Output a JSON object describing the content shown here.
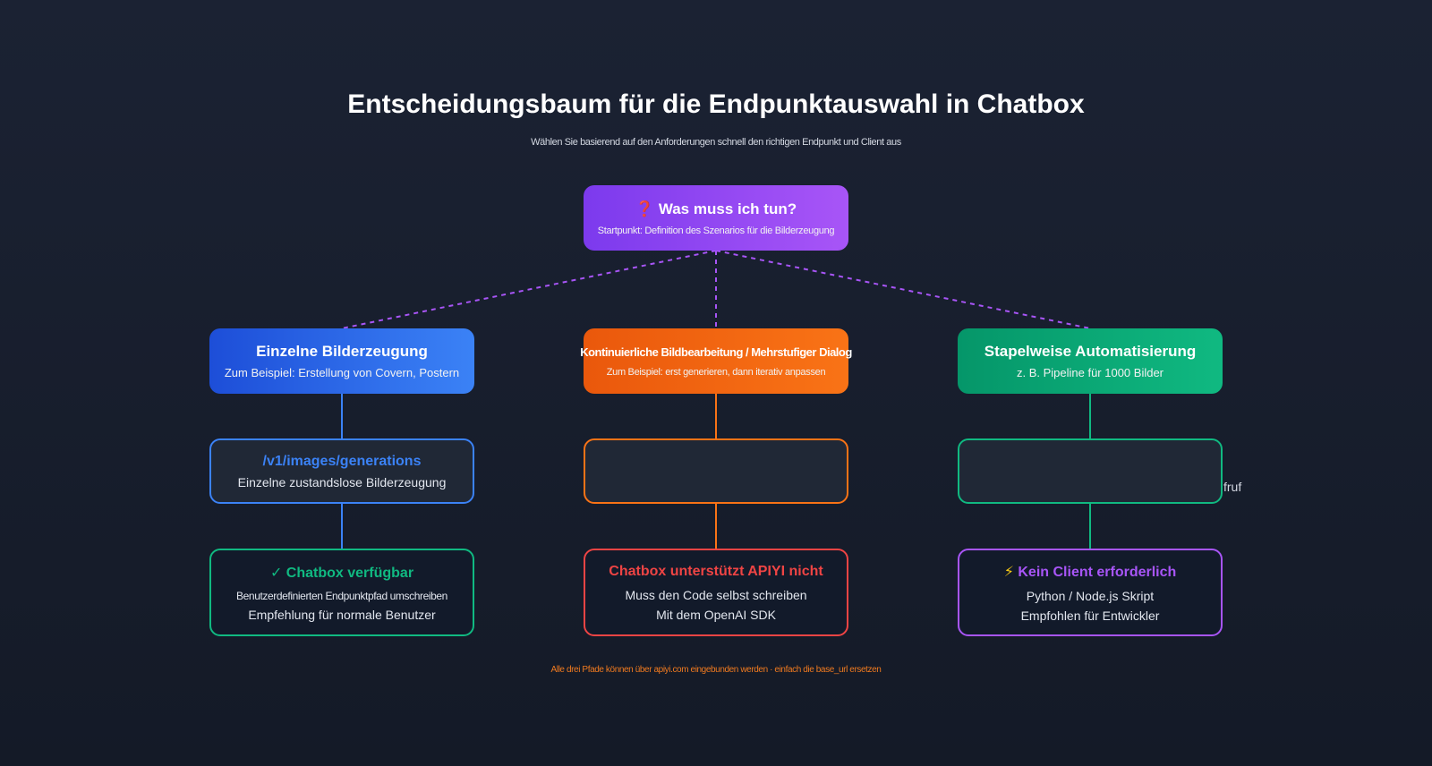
{
  "title": "Entscheidungsbaum für die Endpunktauswahl in Chatbox",
  "subtitle": "Wählen Sie basierend auf den Anforderungen schnell den richtigen Endpunkt und Client aus",
  "root": {
    "icon": "❓",
    "heading": "Was muss ich tun?",
    "sub": "Startpunkt: Definition des Szenarios für die Bilderzeugung"
  },
  "branches": [
    {
      "category": {
        "heading": "Einzelne Bilderzeugung",
        "sub": "Zum Beispiel: Erstellung von Covern, Postern"
      },
      "endpoint": {
        "heading": "/v1/images/generations",
        "sub": "Einzelne zustandslose Bilderzeugung"
      },
      "result": {
        "icon": "✓",
        "heading": "Chatbox verfügbar",
        "line1": "Benutzerdefinierten Endpunktpfad umschreiben",
        "line2": "Empfehlung für normale Benutzer"
      }
    },
    {
      "category": {
        "heading": "Kontinuierliche Bildbearbeitung / Mehrstufiger Dialog",
        "sub": "Zum Beispiel: erst generieren, dann iterativ anpassen"
      },
      "endpoint": {
        "heading": "",
        "sub": ""
      },
      "result": {
        "heading": "Chatbox unterstützt APIYI nicht",
        "line1": "Muss den Code selbst schreiben",
        "line2": "Mit dem OpenAI SDK"
      }
    },
    {
      "category": {
        "heading": "Stapelweise Automatisierung",
        "sub": "z. B. Pipeline für 1000 Bilder"
      },
      "endpoint": {
        "heading": "",
        "sub": "",
        "overflow_text": "fruf"
      },
      "result": {
        "icon": "⚡",
        "heading": "Kein Client erforderlich",
        "line1": "Python / Node.js Skript",
        "line2": "Empfohlen für Entwickler"
      }
    }
  ],
  "footnote": "Alle drei Pfade können über apiyi.com eingebunden werden · einfach die base_url ersetzen",
  "colors": {
    "background": "#171e2d",
    "root": "#8b46f0",
    "blue": "#3b82f6",
    "orange": "#f97316",
    "green": "#10b981",
    "red": "#ef4444",
    "purple": "#a855f7"
  },
  "icons": {
    "root": "question-mark-icon",
    "result_1": "check-icon",
    "result_3": "lightning-icon"
  }
}
